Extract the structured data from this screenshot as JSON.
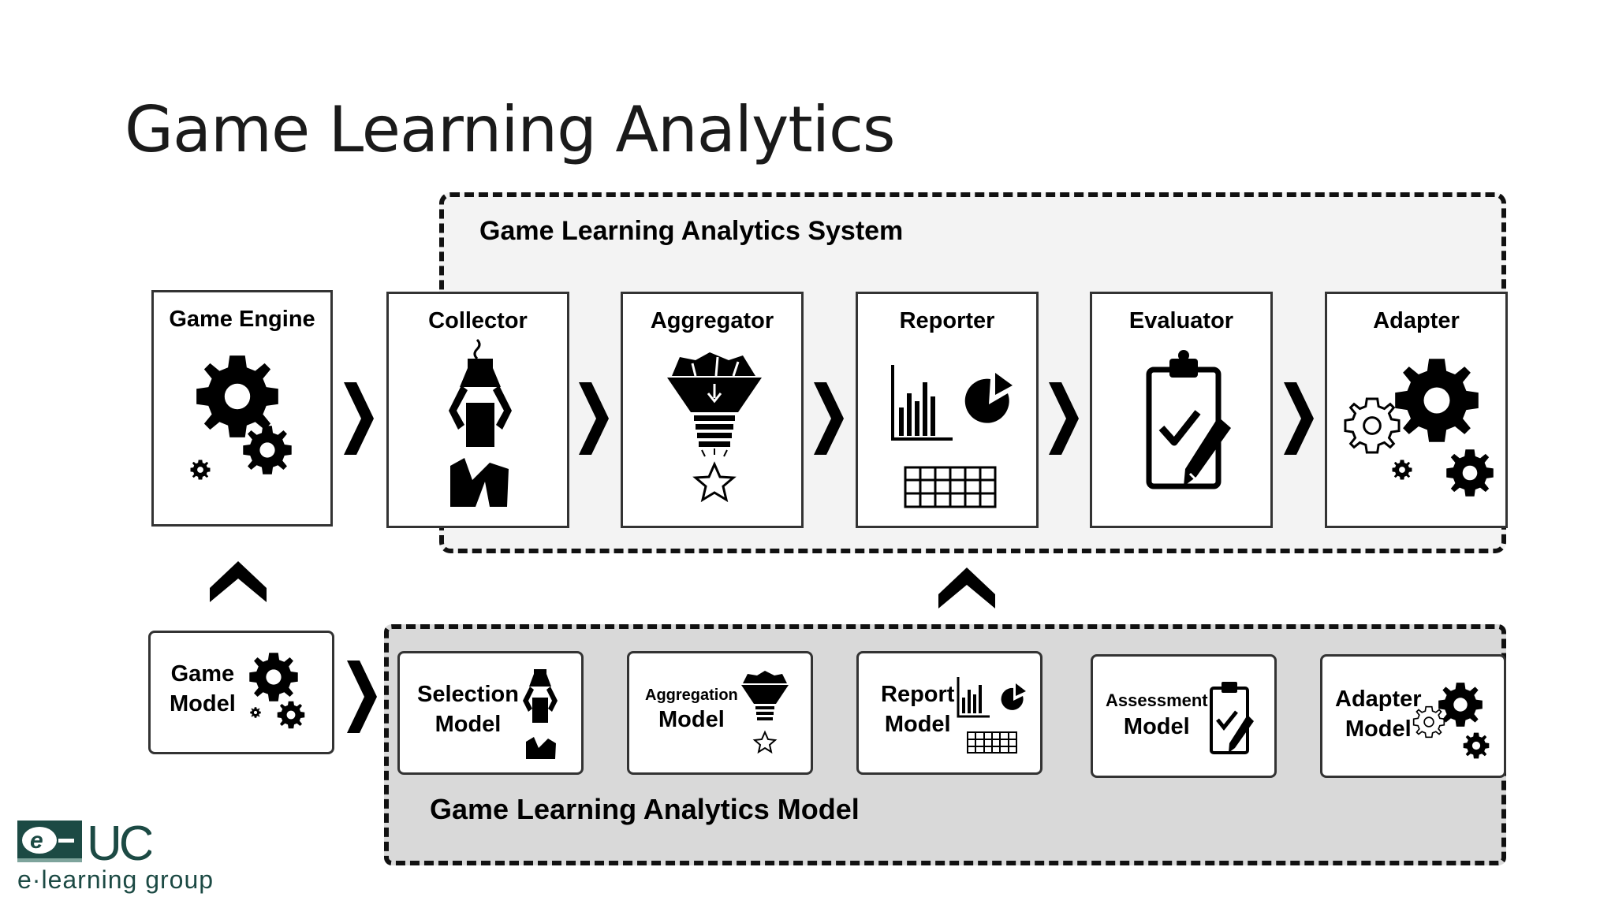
{
  "slide": {
    "title": "Game Learning Analytics"
  },
  "system": {
    "label": "Game Learning Analytics System",
    "engine_label": "Game Engine",
    "stages": [
      "Collector",
      "Aggregator",
      "Reporter",
      "Evaluator",
      "Adapter"
    ]
  },
  "model_layer": {
    "label": "Game Learning Analytics Model",
    "game_model": [
      "Game",
      "Model"
    ],
    "models": [
      {
        "line1": "Selection",
        "line2": "Model"
      },
      {
        "line1": "Aggregation",
        "line2": "Model"
      },
      {
        "line1": "Report",
        "line2": "Model"
      },
      {
        "line1": "Assessment",
        "line2": "Model"
      },
      {
        "line1": "Adapter",
        "line2": "Model"
      }
    ]
  },
  "logo": {
    "brand": "UC",
    "caption": "e·learning group"
  },
  "colors": {
    "dark": "#111111",
    "system_bg": "#f3f3f3",
    "model_bg": "#d9d9d9",
    "logo_green": "#1c4a44"
  }
}
